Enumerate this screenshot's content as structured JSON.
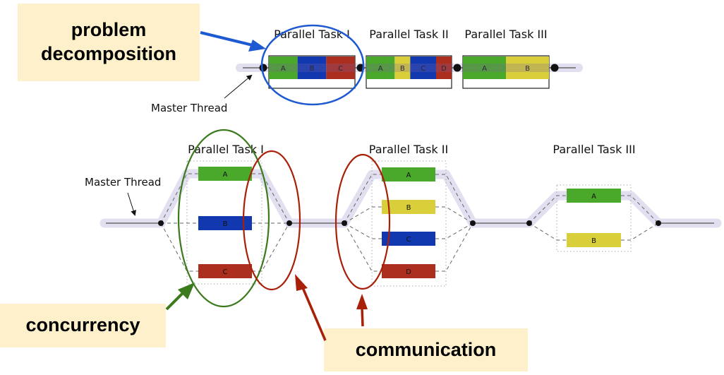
{
  "callouts": {
    "decomposition": "problem\ndecomposition",
    "decomposition_lines": [
      "problem",
      "decomposition"
    ],
    "concurrency": "concurrency",
    "communication": "communication"
  },
  "labels": {
    "master_thread_top": "Master Thread",
    "master_thread_bottom": "Master Thread"
  },
  "colors": {
    "green": "#4aa82a",
    "blue": "#1238b0",
    "red": "#ac2e1e",
    "yellow": "#d8cf3a",
    "thread_halo": "#e2dff0",
    "callout_bg": "#fdf0cb",
    "arrow_blue": "#1d5ad2",
    "arrow_green": "#3c7a1e",
    "arrow_red": "#a82008"
  },
  "top_strip": {
    "tasks": [
      {
        "title": "Parallel Task I",
        "blocks": [
          {
            "label": "A",
            "color": "green"
          },
          {
            "label": "B",
            "color": "blue"
          },
          {
            "label": "C",
            "color": "red"
          }
        ]
      },
      {
        "title": "Parallel Task II",
        "blocks": [
          {
            "label": "A",
            "color": "green"
          },
          {
            "label": "B",
            "color": "yellow"
          },
          {
            "label": "C",
            "color": "blue"
          },
          {
            "label": "D",
            "color": "red"
          }
        ]
      },
      {
        "title": "Parallel Task III",
        "blocks": [
          {
            "label": "A",
            "color": "green"
          },
          {
            "label": "B",
            "color": "yellow"
          }
        ]
      }
    ]
  },
  "bottom_diagram": {
    "tasks": [
      {
        "title": "Parallel Task I",
        "blocks": [
          {
            "label": "A",
            "color": "green"
          },
          {
            "label": "B",
            "color": "blue"
          },
          {
            "label": "C",
            "color": "red"
          }
        ]
      },
      {
        "title": "Parallel Task II",
        "blocks": [
          {
            "label": "A",
            "color": "green"
          },
          {
            "label": "B",
            "color": "yellow"
          },
          {
            "label": "C",
            "color": "blue"
          },
          {
            "label": "D",
            "color": "red"
          }
        ]
      },
      {
        "title": "Parallel Task III",
        "blocks": [
          {
            "label": "A",
            "color": "green"
          },
          {
            "label": "B",
            "color": "yellow"
          }
        ]
      }
    ]
  }
}
